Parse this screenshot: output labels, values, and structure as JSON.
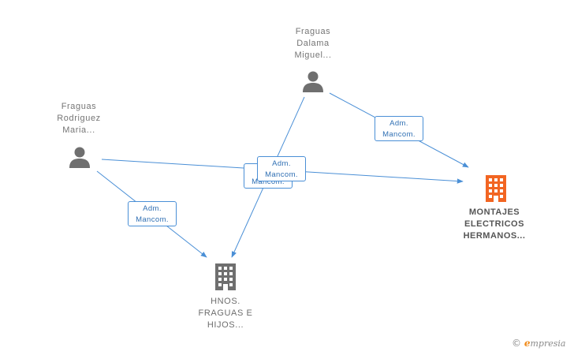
{
  "people": {
    "p1": {
      "lines": [
        "Fraguas",
        "Dalama",
        "Miguel..."
      ],
      "icon": "person-icon"
    },
    "p2": {
      "lines": [
        "Fraguas",
        "Rodriguez",
        "Maria..."
      ],
      "icon": "person-icon"
    }
  },
  "companies": {
    "c1": {
      "lines": [
        "MONTAJES",
        "ELECTRICOS",
        "HERMANOS..."
      ],
      "icon": "building-icon",
      "color": "#f26522"
    },
    "c2": {
      "lines": [
        "HNOS.",
        "FRAGUAS E",
        "HIJOS..."
      ],
      "icon": "building-icon",
      "color": "#6f6f6f"
    }
  },
  "roles": {
    "r1": {
      "line1": "Adm.",
      "line2": "Mancom."
    },
    "r2": {
      "line1": "Adm.",
      "line2": "Mancom."
    },
    "r3": {
      "line1": "Adm.",
      "line2": "Mancom."
    },
    "r4": {
      "line1": "Adm.",
      "line2": "Mancom."
    }
  },
  "colors": {
    "edge": "#4a8fd6",
    "person": "#6f6f6f",
    "accent": "#f26522"
  },
  "brand": {
    "copyright": "©",
    "e": "e",
    "rest": "mpresia"
  }
}
